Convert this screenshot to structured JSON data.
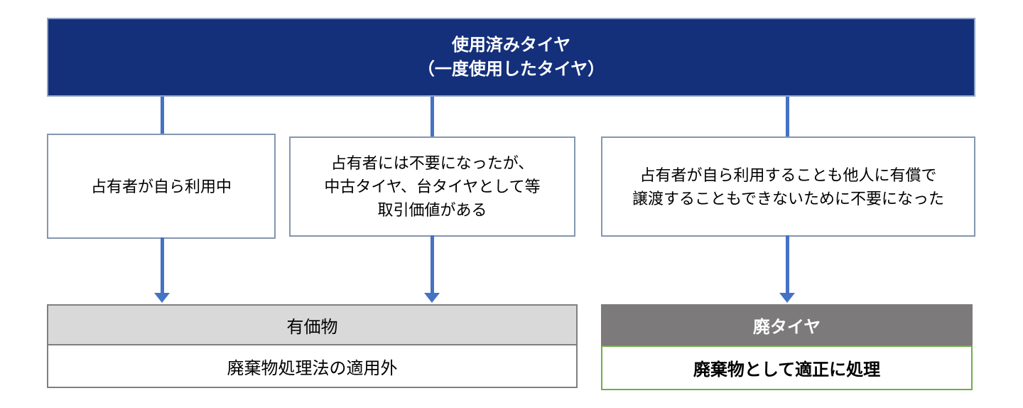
{
  "colors": {
    "banner_bg": "#14307B",
    "banner_border": "#8EA3C6",
    "connector": "#4472C4",
    "cond_border": "#8496B0",
    "result_border": "#7F7F7F",
    "result_header_bg": "#D9D9D9",
    "waste_header_bg": "#7C7A7A",
    "waste_border": "#70AD47",
    "text": "#000000"
  },
  "root_box": {
    "title_line1": "使用済みタイヤ",
    "title_line2": "（一度使用したタイヤ）"
  },
  "branches": [
    {
      "lines": [
        "占有者が自ら利用中"
      ]
    },
    {
      "lines": [
        "占有者には不要になったが、",
        "中古タイヤ、台タイヤとして等",
        "取引価値がある"
      ]
    },
    {
      "lines": [
        "占有者が自ら利用することも他人に有償で",
        "譲渡することもできないために不要になった"
      ]
    }
  ],
  "results": {
    "valuable": {
      "header": "有価物",
      "body": "廃棄物処理法の適用外"
    },
    "waste": {
      "header": "廃タイヤ",
      "body": "廃棄物として適正に処理"
    }
  }
}
